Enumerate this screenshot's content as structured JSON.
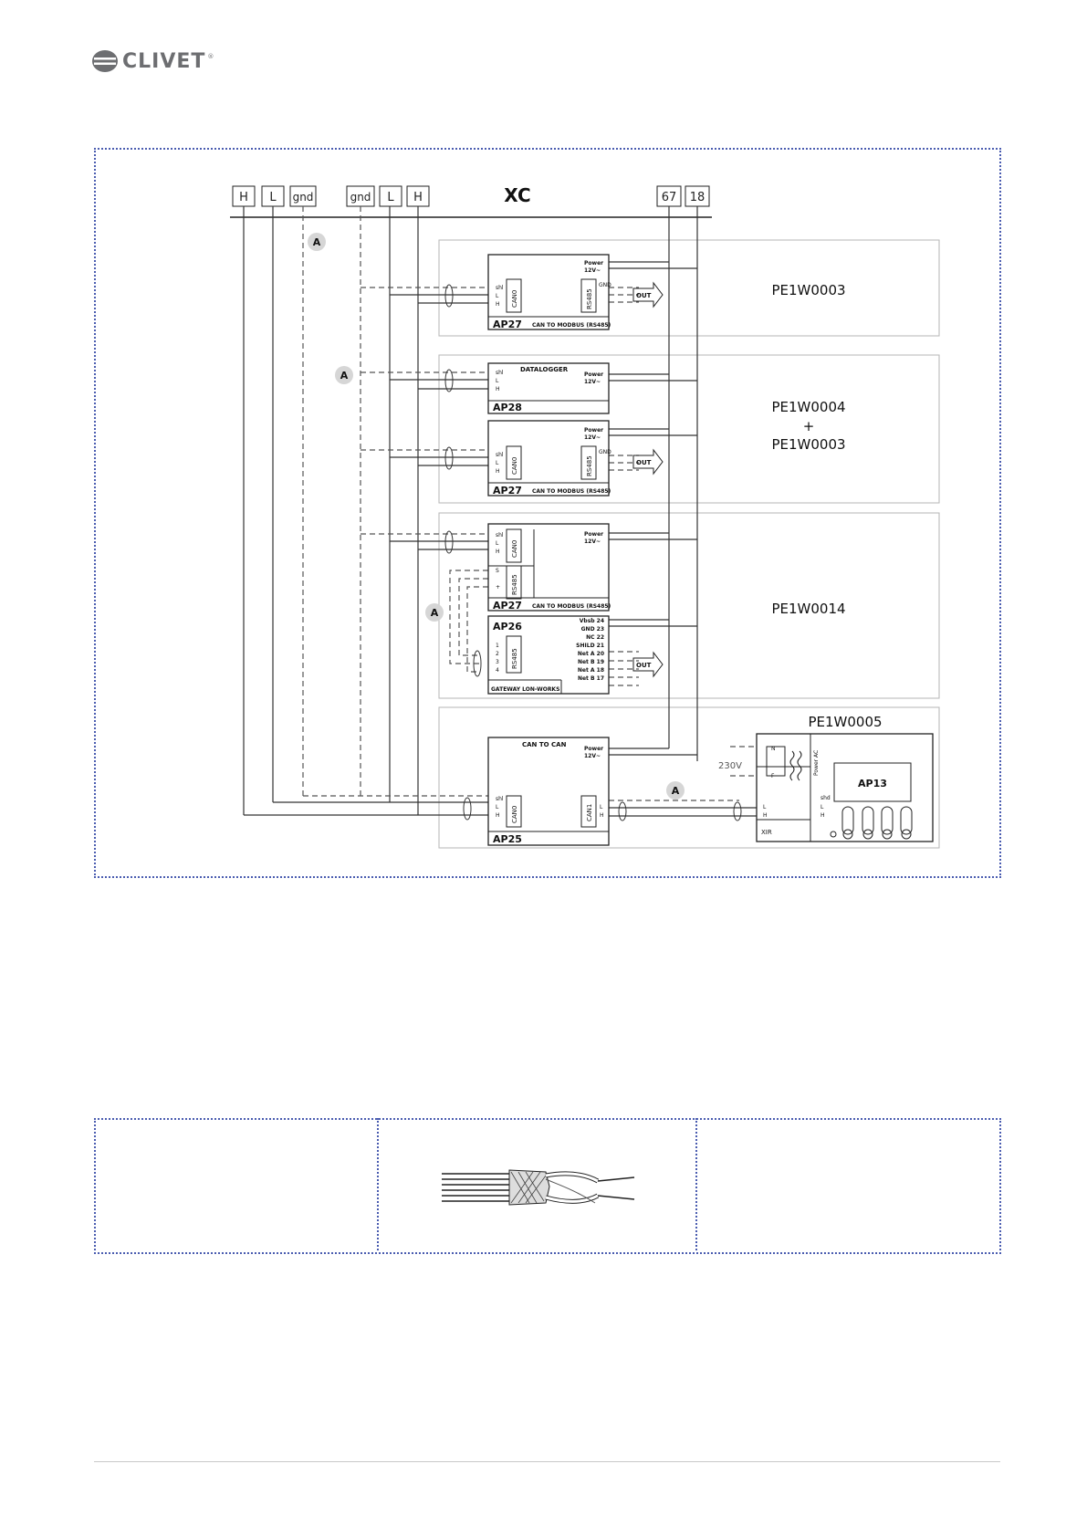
{
  "brand": {
    "name": "CLIVET",
    "tm": "®"
  },
  "terminal": {
    "title": "XC",
    "left_terminals": [
      "H",
      "L",
      "gnd"
    ],
    "mid_terminals": [
      "gnd",
      "L",
      "H"
    ],
    "right_terminals": [
      "67",
      "18"
    ]
  },
  "marker": "A",
  "groups": [
    {
      "label": "PE1W0003"
    },
    {
      "label_lines": [
        "PE1W0004",
        "+",
        "PE1W0003"
      ]
    },
    {
      "label": "PE1W0014"
    },
    {
      "label": "PE1W0005"
    }
  ],
  "modules": {
    "ap27": {
      "name": "AP27",
      "subtitle": "CAN TO MODBUS (RS485)"
    },
    "ap28": {
      "name": "AP28",
      "subtitle": "DATALOGGER"
    },
    "ap26": {
      "name": "AP26",
      "subtitle": "GATEWAY LON-WORKS"
    },
    "ap25": {
      "name": "AP25",
      "subtitle": "CAN TO CAN"
    },
    "ap13": {
      "name": "AP13"
    }
  },
  "pins": {
    "can_in": [
      "shl",
      "L",
      "H"
    ],
    "power": [
      "Power",
      "12V~"
    ],
    "rs485_out": [
      "GND",
      "-",
      "+"
    ],
    "rs485_in": [
      "S",
      "-",
      "+"
    ],
    "lon_left": [
      "1",
      "2",
      "3",
      "4"
    ],
    "lon_right": [
      "Vbsb 24",
      "GND 23",
      "NC 22",
      "SHILD 21",
      "Net A 20",
      "Net B 19",
      "Net A 18",
      "Net B 17"
    ],
    "ap13_left": [
      "shd",
      "L",
      "H"
    ],
    "ap13_supply": [
      "N",
      "F"
    ]
  },
  "tags": {
    "can0": "CAN0",
    "can1": "CAN1",
    "rs485": "RS485",
    "out": "OUT",
    "xir": "XIR",
    "volt": "230V",
    "power_ac": "Power AC"
  }
}
